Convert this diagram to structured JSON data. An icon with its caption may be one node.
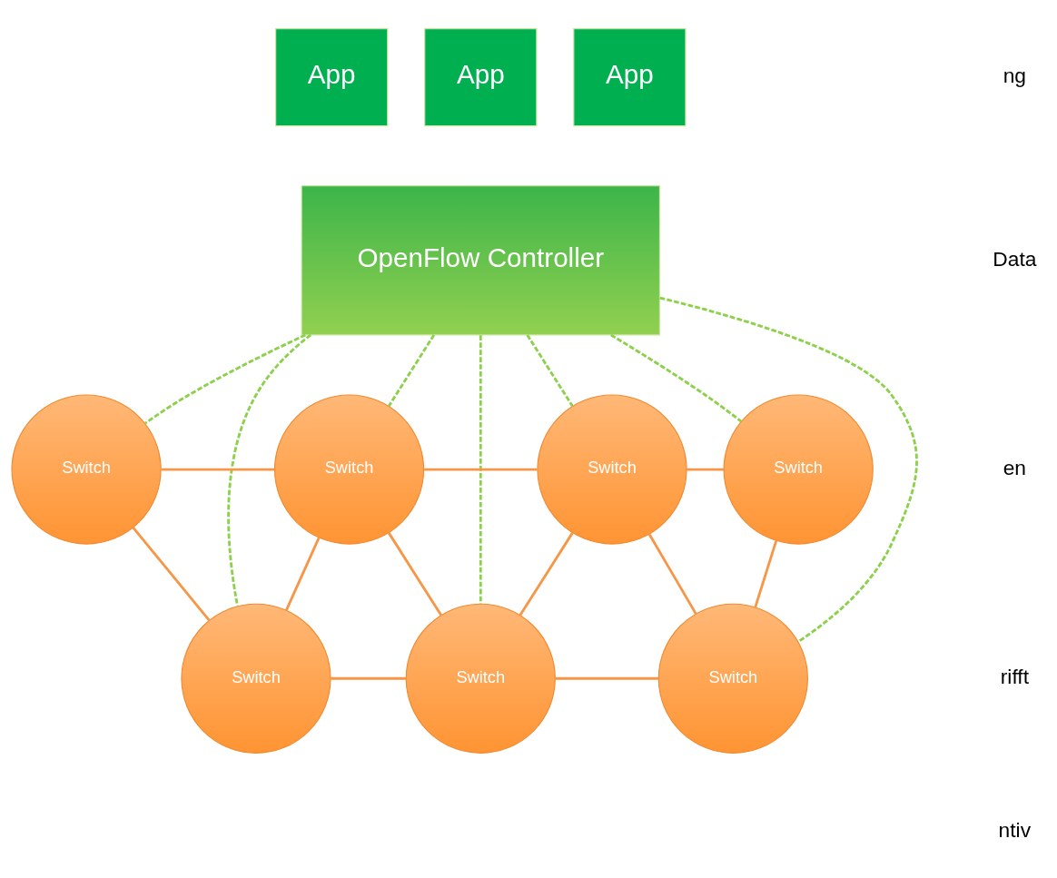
{
  "diagram": {
    "nodes": [
      {
        "text": [
          "App"
        ]
      },
      {
        "text": [
          "App"
        ]
      },
      {
        "text": [
          "App"
        ]
      },
      {
        "text": [
          "OpenFlow Controller"
        ]
      },
      {
        "text": [
          "Switch"
        ]
      },
      {
        "text": [
          "Switch"
        ]
      },
      {
        "text": [
          "Switch"
        ]
      },
      {
        "text": [
          "Switch"
        ]
      },
      {
        "text": [
          "Switch"
        ]
      },
      {
        "text": [
          "Switch"
        ]
      },
      {
        "text": [
          "Switch"
        ]
      }
    ],
    "edges": [
      {
        "from": 3,
        "to": 4,
        "arrow": "none",
        "style": "dashed",
        "color": "#8cd04c"
      },
      {
        "from": 3,
        "to": 8,
        "arrow": "none",
        "style": "dashed",
        "color": "#8cd04c"
      },
      {
        "from": 3,
        "to": 5,
        "arrow": "none",
        "style": "dashed",
        "color": "#8cd04c"
      },
      {
        "from": 3,
        "to": 9,
        "arrow": "none",
        "style": "dashed",
        "color": "#8cd04c"
      },
      {
        "from": 3,
        "to": 6,
        "arrow": "none",
        "style": "dashed",
        "color": "#8cd04c"
      },
      {
        "from": 3,
        "to": 10,
        "arrow": "none",
        "style": "dashed",
        "color": "#8cd04c"
      },
      {
        "from": 3,
        "to": 7,
        "arrow": "none",
        "style": "dashed",
        "color": "#8cd04c"
      },
      {
        "from": 4,
        "to": 5,
        "arrow": "none"
      },
      {
        "from": 5,
        "to": 6,
        "arrow": "none"
      },
      {
        "from": 6,
        "to": 7,
        "arrow": "none"
      },
      {
        "from": 4,
        "to": 8,
        "arrow": "none"
      },
      {
        "from": 8,
        "to": 5,
        "arrow": "none"
      },
      {
        "from": 5,
        "to": 9,
        "arrow": "none"
      },
      {
        "from": 9,
        "to": 6,
        "arrow": "none"
      },
      {
        "from": 6,
        "to": 10,
        "arrow": "none"
      },
      {
        "from": 10,
        "to": 7,
        "arrow": "none"
      },
      {
        "from": 8,
        "to": 9,
        "arrow": "none"
      },
      {
        "from": 9,
        "to": 10,
        "arrow": "none"
      }
    ],
    "labels": [
      "ng",
      "Data",
      "en",
      "rifft",
      "ntiv"
    ]
  }
}
